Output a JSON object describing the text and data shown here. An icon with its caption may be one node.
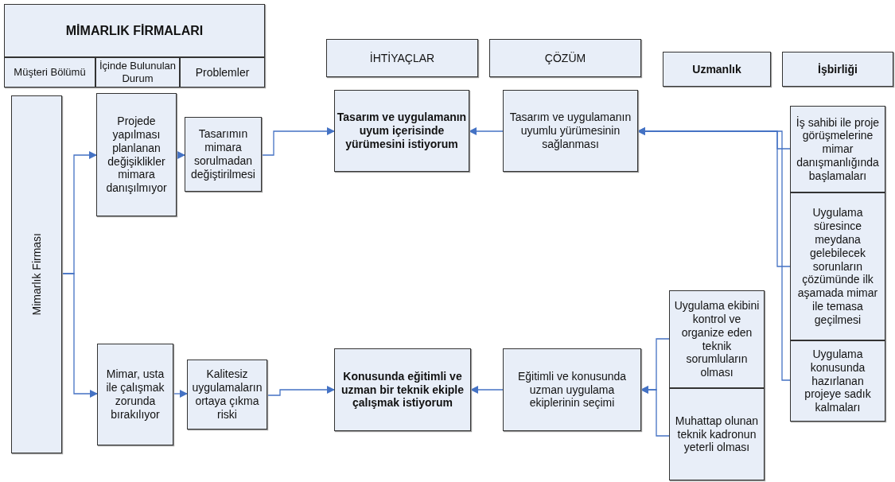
{
  "diagram": {
    "nodes": [
      {
        "text": [
          "MİMARLIK  FİRMALARI"
        ]
      },
      {
        "text": [
          "Müşteri Bölümü"
        ]
      },
      {
        "text": [
          "İçinde Bulunulan Durum"
        ]
      },
      {
        "text": [
          "Problemler"
        ]
      },
      {
        "text": [
          "İHTİYAÇLAR"
        ]
      },
      {
        "text": [
          "ÇÖZÜM"
        ]
      },
      {
        "text": [
          "Uzmanlık"
        ]
      },
      {
        "text": [
          "İşbirliği"
        ]
      },
      {
        "text": [
          "Mimarlık Firması"
        ]
      },
      {
        "text": [
          "Projede yapılması planlanan değişiklikler mimara danışılmıyor"
        ]
      },
      {
        "text": [
          "Tasarımın mimara sorulmadan değiştirilmesi"
        ]
      },
      {
        "text": [
          "Tasarım ve uygulamanın uyum içerisinde yürümesini istiyorum"
        ]
      },
      {
        "text": [
          "Tasarım ve uygulamanın uyumlu yürümesinin sağlanması"
        ]
      },
      {
        "text": [
          "İş sahibi ile proje görüşmelerine mimar danışmanlığında başlamaları"
        ]
      },
      {
        "text": [
          "Uygulama süresince meydana gelebilecek sorunların çözümünde ilk aşamada mimar ile temasa geçilmesi"
        ]
      },
      {
        "text": [
          "Uygulama konusunda hazırlanan projeye sadık kalmaları"
        ]
      },
      {
        "text": [
          "Uygulama ekibini kontrol ve organize eden teknik sorumluların olması"
        ]
      },
      {
        "text": [
          "Mimar, usta ile çalışmak zorunda bırakılıyor"
        ]
      },
      {
        "text": [
          "Kalitesiz uygulamaların ortaya çıkma riski"
        ]
      },
      {
        "text": [
          "Konusunda eğitimli ve uzman bir teknik ekiple çalışmak istiyorum"
        ]
      },
      {
        "text": [
          "Eğitimli ve konusunda uzman uygulama ekiplerinin seçimi"
        ]
      },
      {
        "text": [
          "Muhattap olunan teknik kadronun yeterli olması"
        ]
      }
    ],
    "edges": [
      {
        "from": 8,
        "to": 9,
        "arrow": "to"
      },
      {
        "from": 8,
        "to": 17,
        "arrow": "to"
      },
      {
        "from": 9,
        "to": 10,
        "arrow": "to"
      },
      {
        "from": 10,
        "to": 11,
        "arrow": "to"
      },
      {
        "from": 12,
        "to": 11,
        "arrow": "to"
      },
      {
        "from": 13,
        "to": 12,
        "arrow": "to"
      },
      {
        "from": 14,
        "to": 12,
        "arrow": "to"
      },
      {
        "from": 15,
        "to": 12,
        "arrow": "to"
      },
      {
        "from": 17,
        "to": 18,
        "arrow": "to"
      },
      {
        "from": 18,
        "to": 19,
        "arrow": "to"
      },
      {
        "from": 20,
        "to": 19,
        "arrow": "to"
      },
      {
        "from": 16,
        "to": 20,
        "arrow": "to"
      },
      {
        "from": 21,
        "to": 20,
        "arrow": "to"
      }
    ]
  }
}
